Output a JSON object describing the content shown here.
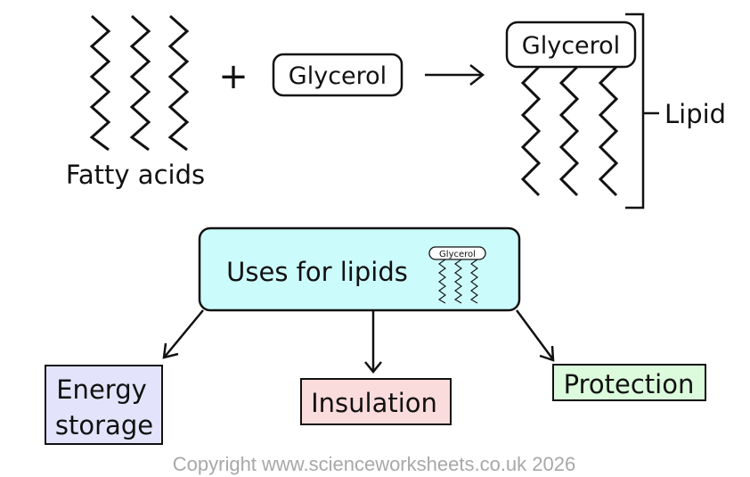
{
  "reaction": {
    "fatty_acids_label": "Fatty acids",
    "plus_sign": "+",
    "glycerol_label": "Glycerol",
    "product_glycerol_label": "Glycerol",
    "lipid_label": "Lipid"
  },
  "uses": {
    "title": "Uses for lipids",
    "icon_glycerol_label": "Glycerol",
    "items": [
      "Energy",
      "storage",
      "Insulation",
      "Protection"
    ]
  },
  "colors": {
    "uses_box_fill": "#ccfbfb",
    "energy_fill": "#e3e4fb",
    "insulation_fill": "#fbdcdc",
    "protection_fill": "#dcfbdc"
  },
  "copyright": "Copyright www.scienceworksheets.co.uk 2026"
}
